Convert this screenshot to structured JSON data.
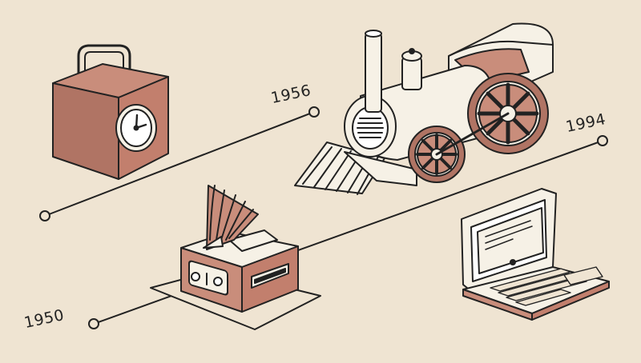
{
  "timeline": {
    "labels": [
      "1956",
      "1994",
      "1950"
    ],
    "colors": {
      "background": "#efe4d2",
      "line": "#222222",
      "accent": "#b07464",
      "accent_light": "#c98d7b",
      "cream": "#f6f1e6"
    }
  },
  "illustrations": [
    "clock-case-icon",
    "steam-locomotive-icon",
    "gramophone-icon",
    "laptop-icon"
  ]
}
